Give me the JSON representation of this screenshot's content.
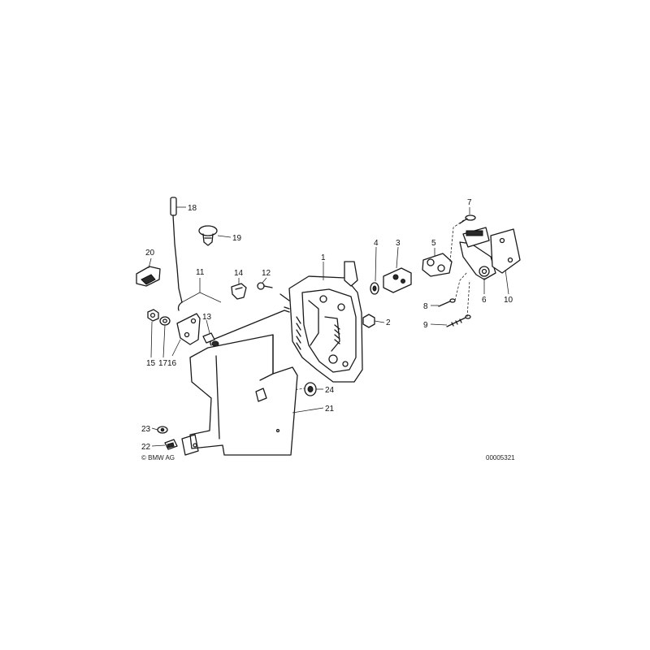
{
  "diagram": {
    "callouts": [
      {
        "id": "1",
        "label": "1"
      },
      {
        "id": "2",
        "label": "2"
      },
      {
        "id": "3",
        "label": "3"
      },
      {
        "id": "4",
        "label": "4"
      },
      {
        "id": "5",
        "label": "5"
      },
      {
        "id": "6",
        "label": "6"
      },
      {
        "id": "7",
        "label": "7"
      },
      {
        "id": "8",
        "label": "8"
      },
      {
        "id": "9",
        "label": "9"
      },
      {
        "id": "10",
        "label": "10"
      },
      {
        "id": "11",
        "label": "11"
      },
      {
        "id": "12",
        "label": "12"
      },
      {
        "id": "13",
        "label": "13"
      },
      {
        "id": "14",
        "label": "14"
      },
      {
        "id": "15",
        "label": "15"
      },
      {
        "id": "16",
        "label": "16"
      },
      {
        "id": "17",
        "label": "17"
      },
      {
        "id": "18",
        "label": "18"
      },
      {
        "id": "19",
        "label": "19"
      },
      {
        "id": "20",
        "label": "20"
      },
      {
        "id": "21",
        "label": "21"
      },
      {
        "id": "22",
        "label": "22"
      },
      {
        "id": "23",
        "label": "23"
      },
      {
        "id": "24",
        "label": "24"
      }
    ],
    "copyright": "© BMW AG",
    "drawing_number": "00005321"
  }
}
